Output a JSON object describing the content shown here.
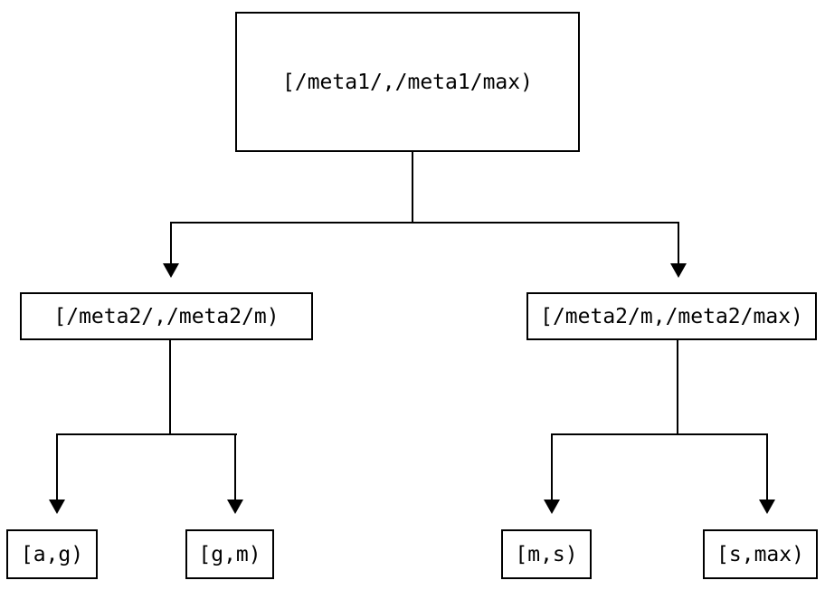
{
  "diagram": {
    "background": "#ffffff",
    "line_color": "#000000",
    "nodes": {
      "root": {
        "label": "[/meta1/,/meta1/max)"
      },
      "meta2_left": {
        "label": "[/meta2/,/meta2/m)"
      },
      "meta2_right": {
        "label": "[/meta2/m,/meta2/max)"
      },
      "leaf_ag": {
        "label": "[a,g)"
      },
      "leaf_gm": {
        "label": "[g,m)"
      },
      "leaf_ms": {
        "label": "[m,s)"
      },
      "leaf_smax": {
        "label": "[s,max)"
      }
    },
    "edges": [
      {
        "from": "root",
        "to": "meta2_left"
      },
      {
        "from": "root",
        "to": "meta2_right"
      },
      {
        "from": "meta2_left",
        "to": "leaf_ag"
      },
      {
        "from": "meta2_left",
        "to": "leaf_gm"
      },
      {
        "from": "meta2_right",
        "to": "leaf_ms"
      },
      {
        "from": "meta2_right",
        "to": "leaf_smax"
      }
    ]
  }
}
